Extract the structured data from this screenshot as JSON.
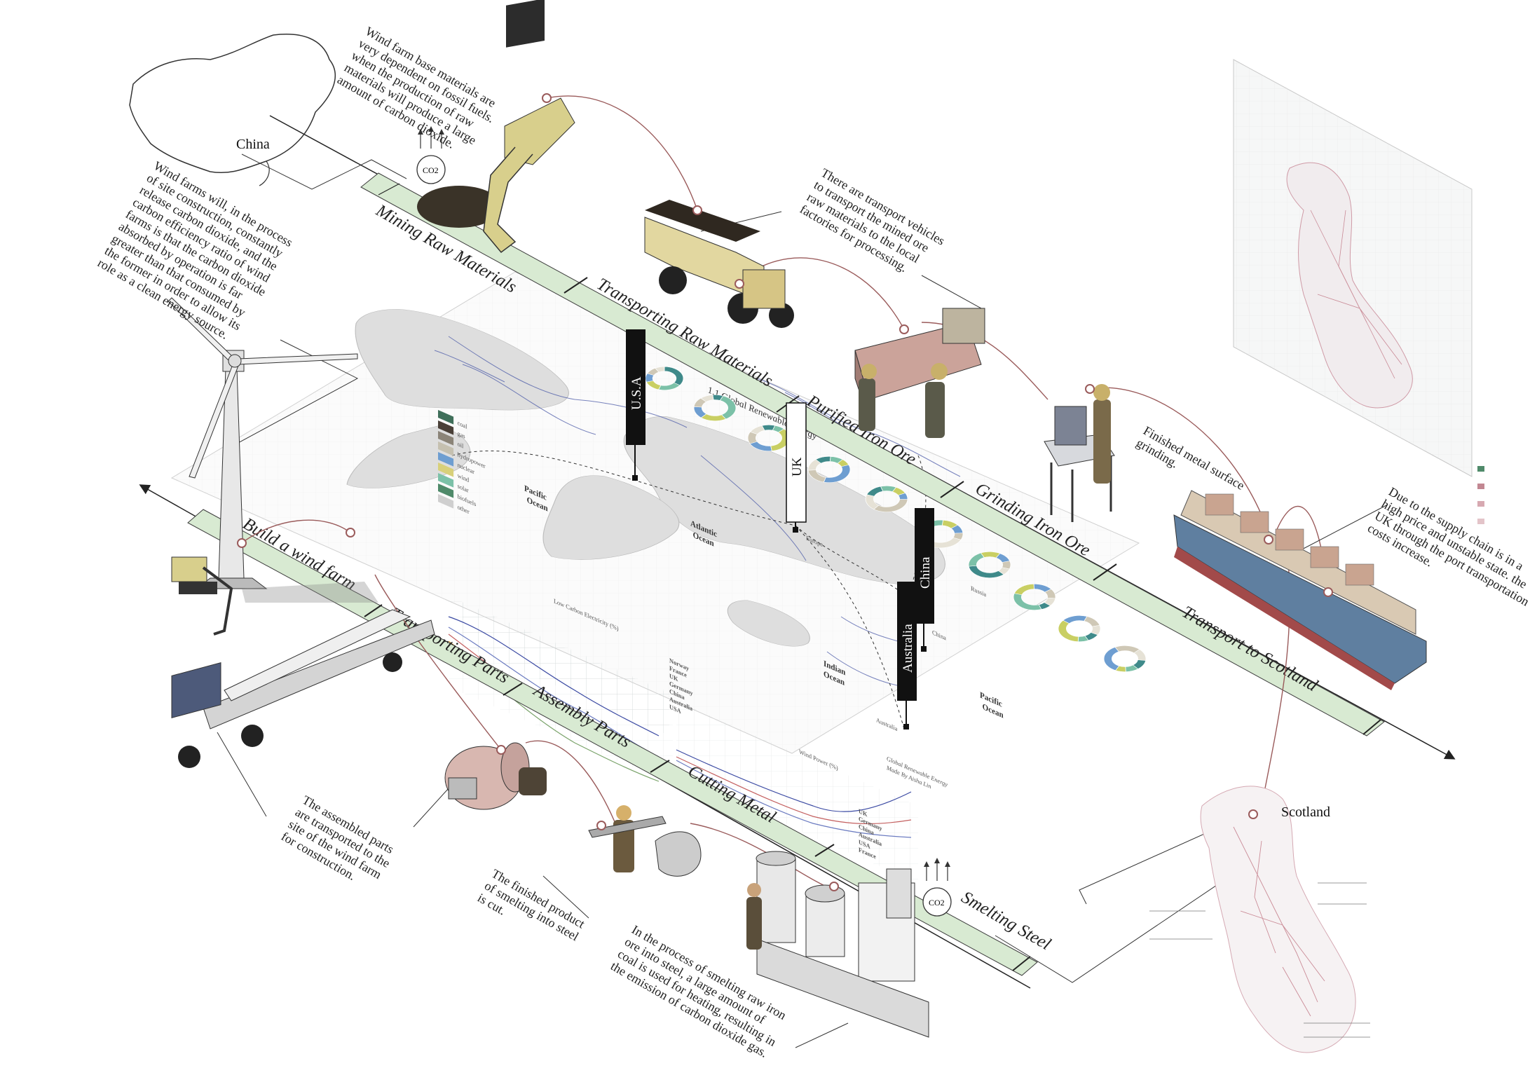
{
  "stages": [
    "Mining Raw Materials",
    "Transporting Raw Materials",
    "Purified Iron Ore",
    "Grinding Iron Ore",
    "Transport to Scotland",
    "Build a wind farm",
    "Transporting Parts",
    "Assembly Parts",
    "Cutting Metal",
    "Smelting Steel"
  ],
  "notes": {
    "mining": [
      "Wind farm base materials are",
      "very dependent on fossil fuels.",
      "when the production of raw",
      "materials will produce a large",
      "amount of carbon dioxide."
    ],
    "transport": [
      "There are transport vehicles",
      "to transport the mined ore",
      "raw materials to the local",
      "factories for processing."
    ],
    "grinding": [
      "Finished metal surface",
      "grinding."
    ],
    "port": [
      "Due to the supply chain is in a",
      "high price and unstable state. the",
      "UK through the port transportation",
      "costs increase."
    ],
    "windfarm": [
      "Wind farms will, in the process",
      "of site construction, constantly",
      "release carbon dioxide, and the",
      "carbon efficiency ratio of wind",
      "farms is that the carbon dioxide",
      "absorbed by operation is far",
      "greater than that consumed by",
      "the former in order to allow its",
      "role as a clean energy source."
    ],
    "assembled": [
      "The assembled parts",
      "are transported to the",
      "site of the wind farm",
      "for construction."
    ],
    "cut": [
      "The finished product",
      "of smelting into steel",
      "is cut."
    ],
    "smelting": [
      "In the process of smelting raw iron",
      "ore into steel, a large amount of",
      "coal is used for heating, resulting in",
      "the emission of carbon dioxide gas."
    ]
  },
  "places": {
    "china": "China",
    "scotland": "Scotland"
  },
  "co2_label": "CO2",
  "flags": [
    "U.S.A",
    "UK",
    "China",
    "Australia"
  ],
  "map": {
    "title": "1.1 Global Renewable Energy",
    "oceans": [
      [
        "Pacific",
        "Ocean"
      ],
      [
        "Atlantic",
        "Ocean"
      ],
      [
        "Indian",
        "Ocean"
      ],
      [
        "Pacific",
        "Ocean"
      ]
    ],
    "region_labels": [
      "Europe",
      "Russia",
      "China",
      "Australia"
    ],
    "legend": [
      "coal",
      "gas",
      "oil",
      "hydropower",
      "nuclear",
      "wind",
      "solar",
      "biofuels",
      "other"
    ],
    "chart1_title": "Low Carbon Electricity (%)",
    "chart2_title": "Wind Power (%)",
    "chart1_legend": [
      "Norway",
      "France",
      "UK",
      "Germany",
      "China",
      "Australia",
      "USA"
    ],
    "chart2_legend": [
      "UK",
      "Germany",
      "China",
      "Australia",
      "USA",
      "France"
    ],
    "credit": [
      "Global Renewable Energy",
      "Made By Aisha Lin"
    ]
  },
  "colors": {
    "band": "#d8ead2",
    "band_edge": "#3c3c3c",
    "curve": "#9a5b5b",
    "flag_black": "#111111",
    "flag_white": "#ffffff",
    "donut": [
      "#3f8a8a",
      "#7cc1a8",
      "#c9cf63",
      "#6e9ed1",
      "#cfc8b6",
      "#e6e2d6"
    ],
    "map_land": "#e4e4e2",
    "map_lines": "#4b5aa8",
    "uk_roads": "#b86070"
  }
}
